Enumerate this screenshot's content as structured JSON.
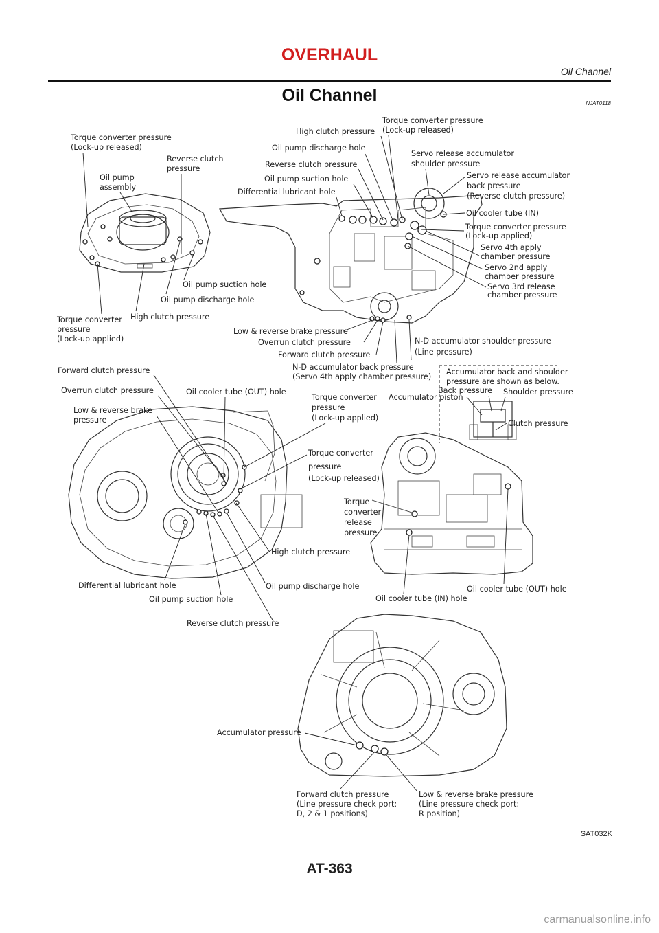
{
  "header": {
    "title": "OVERHAUL",
    "subtitle": "Oil Channel"
  },
  "section": {
    "title": "Oil Channel",
    "ref": "NJAT0118"
  },
  "labels": {
    "p1_tcp_released": [
      "Torque converter pressure",
      "(Lock-up released)"
    ],
    "p1_oil_pump_assembly": [
      "Oil pump",
      "assembly"
    ],
    "p1_reverse_clutch": [
      "Reverse clutch",
      "pressure"
    ],
    "p1_suction": "Oil pump suction hole",
    "p1_discharge": "Oil pump discharge hole",
    "p1_high_clutch": "High clutch pressure",
    "p1_tcp_applied": [
      "Torque converter",
      "pressure",
      "(Lock-up applied)"
    ],
    "p2_high_clutch": "High clutch pressure",
    "p2_tcp_released": [
      "Torque converter pressure",
      "(Lock-up released)"
    ],
    "p2_discharge": "Oil pump discharge hole",
    "p2_reverse_clutch": "Reverse clutch pressure",
    "p2_suction": "Oil pump suction hole",
    "p2_diff": "Differential lubricant hole",
    "p2_servo_rel_shoulder": [
      "Servo release accumulator",
      "shoulder pressure"
    ],
    "p2_servo_rel_back": [
      "Servo release accumulator",
      "back pressure",
      "(Reverse clutch pressure)"
    ],
    "p2_cooler_in": "Oil cooler tube (IN)",
    "p2_tcp_applied": [
      "Torque converter pressure",
      "(Lock-up applied)"
    ],
    "p2_servo4": [
      "Servo 4th apply",
      "chamber pressure"
    ],
    "p2_servo2": [
      "Servo 2nd apply",
      "chamber pressure"
    ],
    "p2_servo3": [
      "Servo 3rd release",
      "chamber pressure"
    ],
    "p2_lowrev": "Low & reverse brake pressure",
    "p2_overrun": "Overrun clutch pressure",
    "p2_forward": "Forward clutch pressure",
    "p2_nd_back": [
      "N-D accumulator back pressure",
      "(Servo 4th apply chamber pressure)"
    ],
    "p2_nd_shoulder": [
      "N-D accumulator shoulder pressure",
      "(Line pressure)"
    ],
    "p3_forward": "Forward clutch pressure",
    "p3_overrun": "Overrun clutch pressure",
    "p3_cooler_out": "Oil cooler tube (OUT) hole",
    "p3_lowrev": [
      "Low & reverse brake",
      "pressure"
    ],
    "p3_tcp_applied": [
      "Torque converter",
      "pressure",
      "(Lock-up applied)"
    ],
    "p3_tcp_released": [
      "Torque converter",
      "pressure",
      "(Lock-up released)"
    ],
    "p3_high": "High clutch pressure",
    "p3_diff": "Differential lubricant hole",
    "p3_discharge": "Oil pump discharge hole",
    "p3_suction": "Oil pump suction hole",
    "p3_reverse": "Reverse clutch pressure",
    "p4_note": [
      "Accumulator back and shoulder",
      "pressure are shown as below."
    ],
    "p4_back": "Back pressure",
    "p4_shoulder": "Shoulder pressure",
    "p4_piston": "Accumulator piston",
    "p4_clutch": "Clutch pressure",
    "p4_tc_release": [
      "Torque",
      "converter",
      "release",
      "pressure"
    ],
    "p4_cooler_in": "Oil cooler tube (IN) hole",
    "p4_cooler_out": "Oil cooler tube (OUT) hole",
    "p5_accum": "Accumulator pressure",
    "p5_forward": [
      "Forward clutch pressure",
      "(Line pressure check port:",
      "D, 2 & 1 positions)"
    ],
    "p5_lowrev": [
      "Low & reverse brake pressure",
      "(Line pressure check port:",
      "R position)"
    ]
  },
  "figure_code": "SAT032K",
  "page_number": "AT-363",
  "watermark": "carmanualsonline.info",
  "colors": {
    "header_red": "#d21f1f"
  }
}
